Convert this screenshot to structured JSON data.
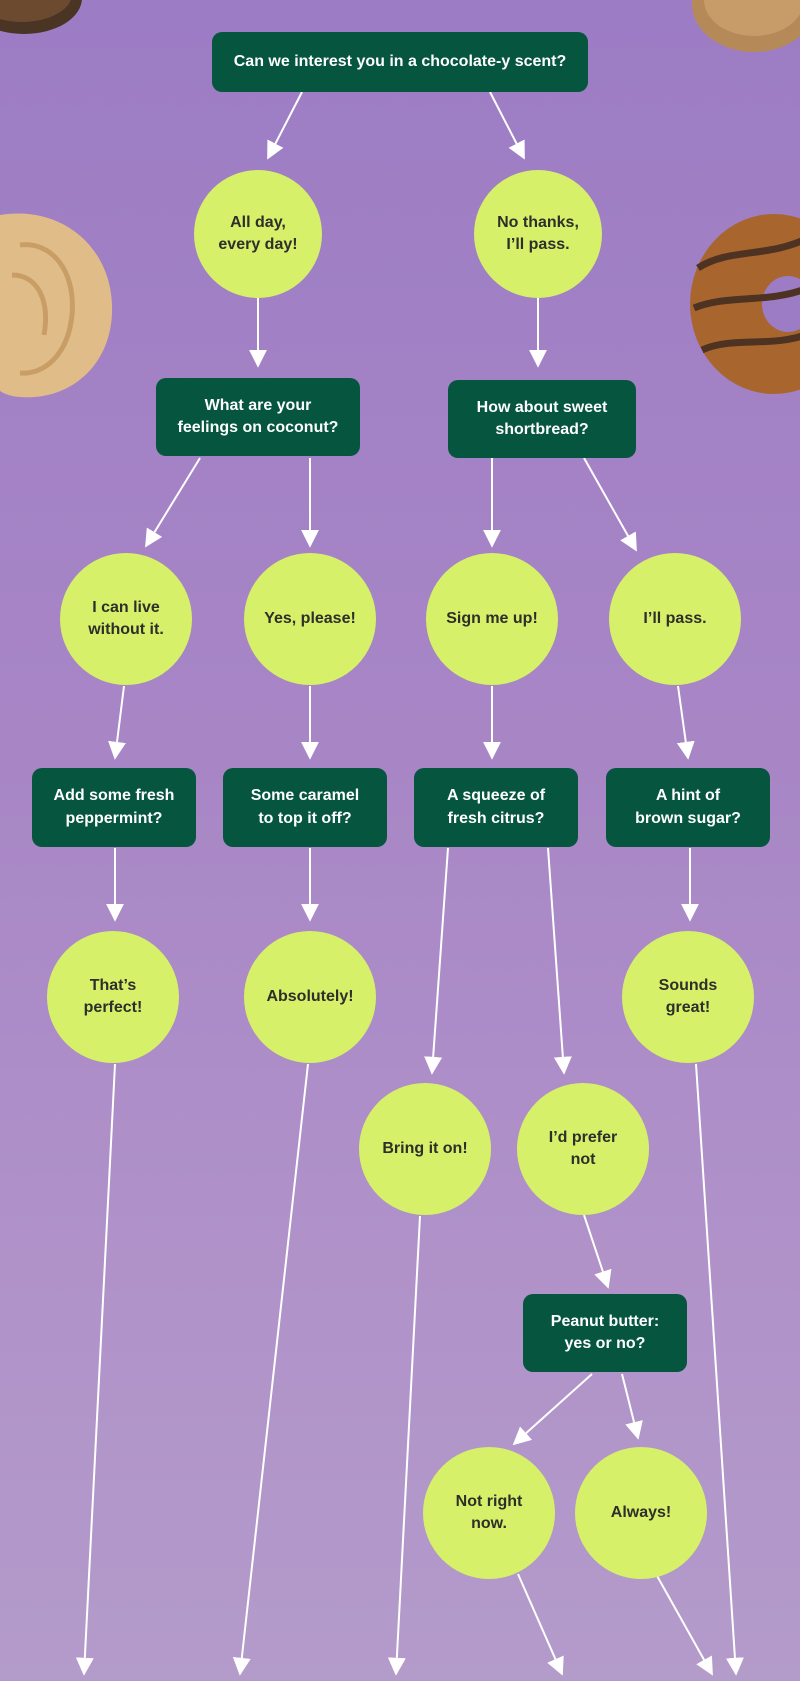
{
  "colors": {
    "question_fill": "#05553f",
    "answer_fill": "#d6f069",
    "arrow": "#ffffff",
    "background_top": "#9c7cc4",
    "background_bottom": "#b39bca"
  },
  "icons": [
    "cookie-icon"
  ],
  "questions": {
    "chocolate": "Can we interest you in a chocolate-y scent?",
    "coconut": "What are your\nfeelings on coconut?",
    "shortbread": "How about sweet\nshortbread?",
    "peppermint": "Add some fresh\npeppermint?",
    "caramel": "Some caramel\nto top it off?",
    "citrus": "A squeeze of\nfresh citrus?",
    "brown_sugar": "A hint of\nbrown sugar?",
    "peanut_butter": "Peanut butter:\nyes or no?"
  },
  "answers": {
    "all_day": "All day,\nevery day!",
    "no_thanks": "No thanks,\nI’ll pass.",
    "live_without": "I can live\nwithout it.",
    "yes_please": "Yes, please!",
    "sign_me_up": "Sign me up!",
    "ill_pass": "I’ll pass.",
    "thats_perfect": "That’s\nperfect!",
    "absolutely": "Absolutely!",
    "sounds_great": "Sounds\ngreat!",
    "bring_it_on": "Bring it on!",
    "prefer_not": "I’d prefer\nnot",
    "not_right_now": "Not right\nnow.",
    "always": "Always!"
  }
}
